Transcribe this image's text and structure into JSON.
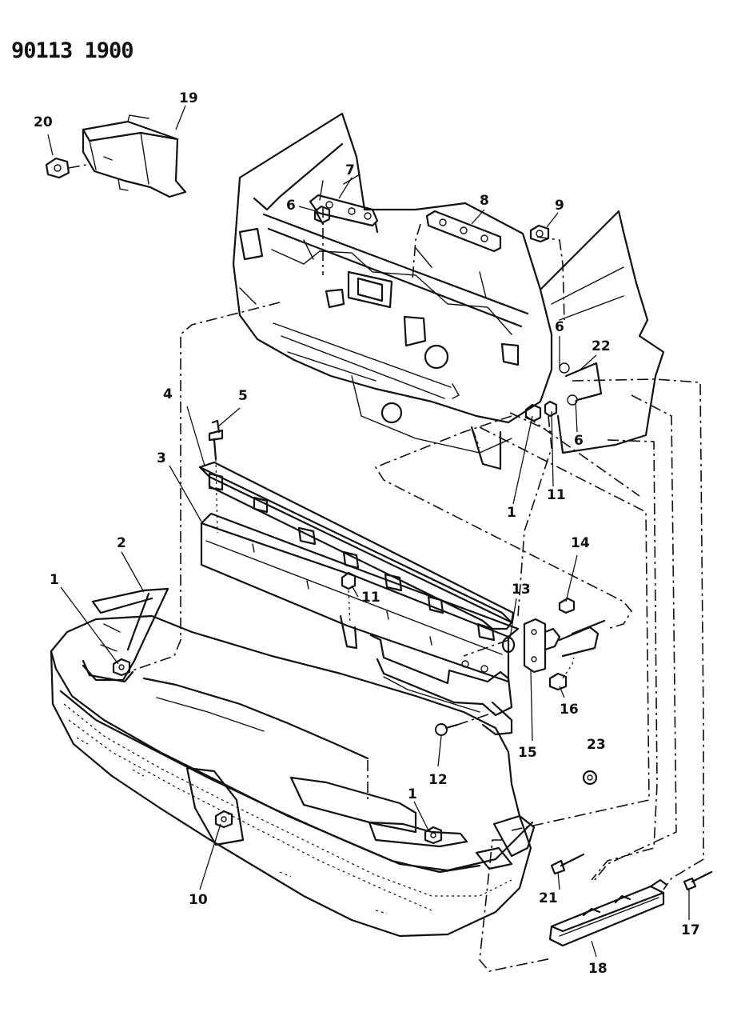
{
  "diagram": {
    "part_code": "90113 1900",
    "callouts": [
      {
        "id": "c1a",
        "text": "1"
      },
      {
        "id": "c1b",
        "text": "1"
      },
      {
        "id": "c1c",
        "text": "1"
      },
      {
        "id": "c2",
        "text": "2"
      },
      {
        "id": "c3",
        "text": "3"
      },
      {
        "id": "c4",
        "text": "4"
      },
      {
        "id": "c5",
        "text": "5"
      },
      {
        "id": "c6a",
        "text": "6"
      },
      {
        "id": "c6b",
        "text": "6"
      },
      {
        "id": "c6c",
        "text": "6"
      },
      {
        "id": "c7",
        "text": "7"
      },
      {
        "id": "c8",
        "text": "8"
      },
      {
        "id": "c9",
        "text": "9"
      },
      {
        "id": "c10",
        "text": "10"
      },
      {
        "id": "c11a",
        "text": "11"
      },
      {
        "id": "c11b",
        "text": "11"
      },
      {
        "id": "c12",
        "text": "12"
      },
      {
        "id": "c13",
        "text": "13"
      },
      {
        "id": "c14",
        "text": "14"
      },
      {
        "id": "c15",
        "text": "15"
      },
      {
        "id": "c16",
        "text": "16"
      },
      {
        "id": "c17",
        "text": "17"
      },
      {
        "id": "c18",
        "text": "18"
      },
      {
        "id": "c19",
        "text": "19"
      },
      {
        "id": "c20",
        "text": "20"
      },
      {
        "id": "c21",
        "text": "21"
      },
      {
        "id": "c22",
        "text": "22"
      },
      {
        "id": "c23",
        "text": "23"
      }
    ]
  }
}
